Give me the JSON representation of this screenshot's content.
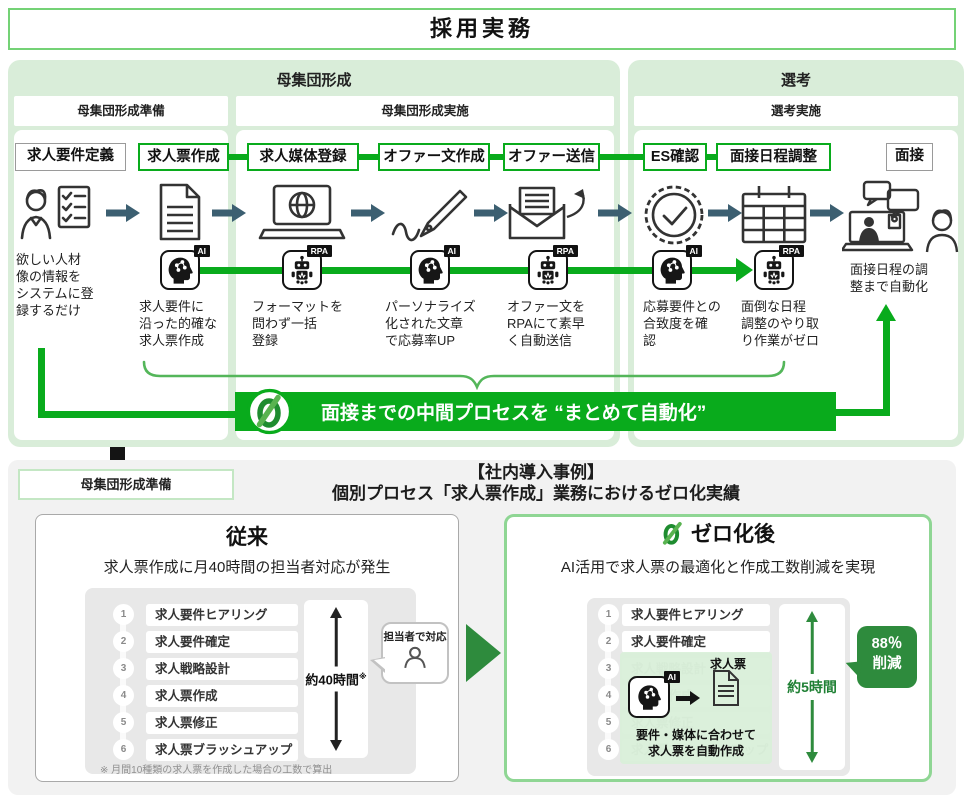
{
  "title": "採用実務",
  "colors": {
    "accent_green": "#09ab1c",
    "panel_green": "#d9edd9",
    "dark_green": "#2e8b3d",
    "light_green_border": "#8fd694",
    "arrow_slate": "#3c5f71",
    "panel_gray": "#f2f2f2"
  },
  "phases": {
    "pool": {
      "title": "母集団形成",
      "sub_prep": "母集団形成準備",
      "sub_exec": "母集団形成実施"
    },
    "selection": {
      "title": "選考",
      "sub_exec": "選考実施"
    }
  },
  "flow": {
    "steps": [
      {
        "label": "求人要件定義",
        "caption": "欲しい人材\n像の情報を\nシステムに登\n録するだけ"
      },
      {
        "label": "求人票作成",
        "tag": "AI",
        "caption": "求人要件に\n沿った的確な\n求人票作成"
      },
      {
        "label": "求人媒体登録",
        "tag": "RPA",
        "caption": "フォーマットを\n問わず一括\n登録"
      },
      {
        "label": "オファー文作成",
        "tag": "AI",
        "caption": "パーソナライズ\n化された文章\nで応募率UP"
      },
      {
        "label": "オファー送信",
        "tag": "RPA",
        "caption": "オファー文を\nRPAにて素早\nく自動送信"
      },
      {
        "label": "ES確認",
        "tag": "AI",
        "caption": "応募要件との\n合致度を確\n認"
      },
      {
        "label": "面接日程調整",
        "tag": "RPA",
        "caption": "面倒な日程\n調整のやり取\nり作業がゼロ"
      },
      {
        "label": "面接",
        "caption": "面接日程の調\n整まで自動化"
      }
    ],
    "banner": {
      "label": "面接までの中間プロセスを “まとめて自動化”"
    }
  },
  "step_numbers": [
    "1",
    "2",
    "3",
    "4",
    "5",
    "6"
  ],
  "case_study": {
    "tag": "母集団形成準備",
    "title_line1": "【社内導入事例】",
    "title_line2": "個別プロセス「求人票作成」業務におけるゼロ化実績",
    "before": {
      "title": "従来",
      "subtitle": "求人票作成に月40時間の担当者対応が発生",
      "steps": [
        "求人要件ヒアリング",
        "求人要件確定",
        "求人戦略設計",
        "求人票作成",
        "求人票修正",
        "求人票ブラッシュアップ"
      ],
      "duration": "約40時間",
      "duration_mark": "※",
      "bubble": "担当者で対応",
      "footnote": "※ 月間10種類の求人票を作成した場合の工数で算出"
    },
    "after": {
      "title": "ゼロ化後",
      "subtitle": "AI活用で求人票の最適化と作成工数削減を実現",
      "steps": [
        "求人要件ヒアリング",
        "求人要件確定",
        "求人戦略設計",
        "求人票作成",
        "求人票修正",
        "求人票ブラッシュアップ"
      ],
      "overlay": {
        "ai_tag": "AI",
        "doc_label": "求人票",
        "text": "要件・媒体に合わせて\n求人票を自動作成"
      },
      "duration": "約5時間",
      "badge_line1": "88％",
      "badge_line2": "削減"
    }
  }
}
